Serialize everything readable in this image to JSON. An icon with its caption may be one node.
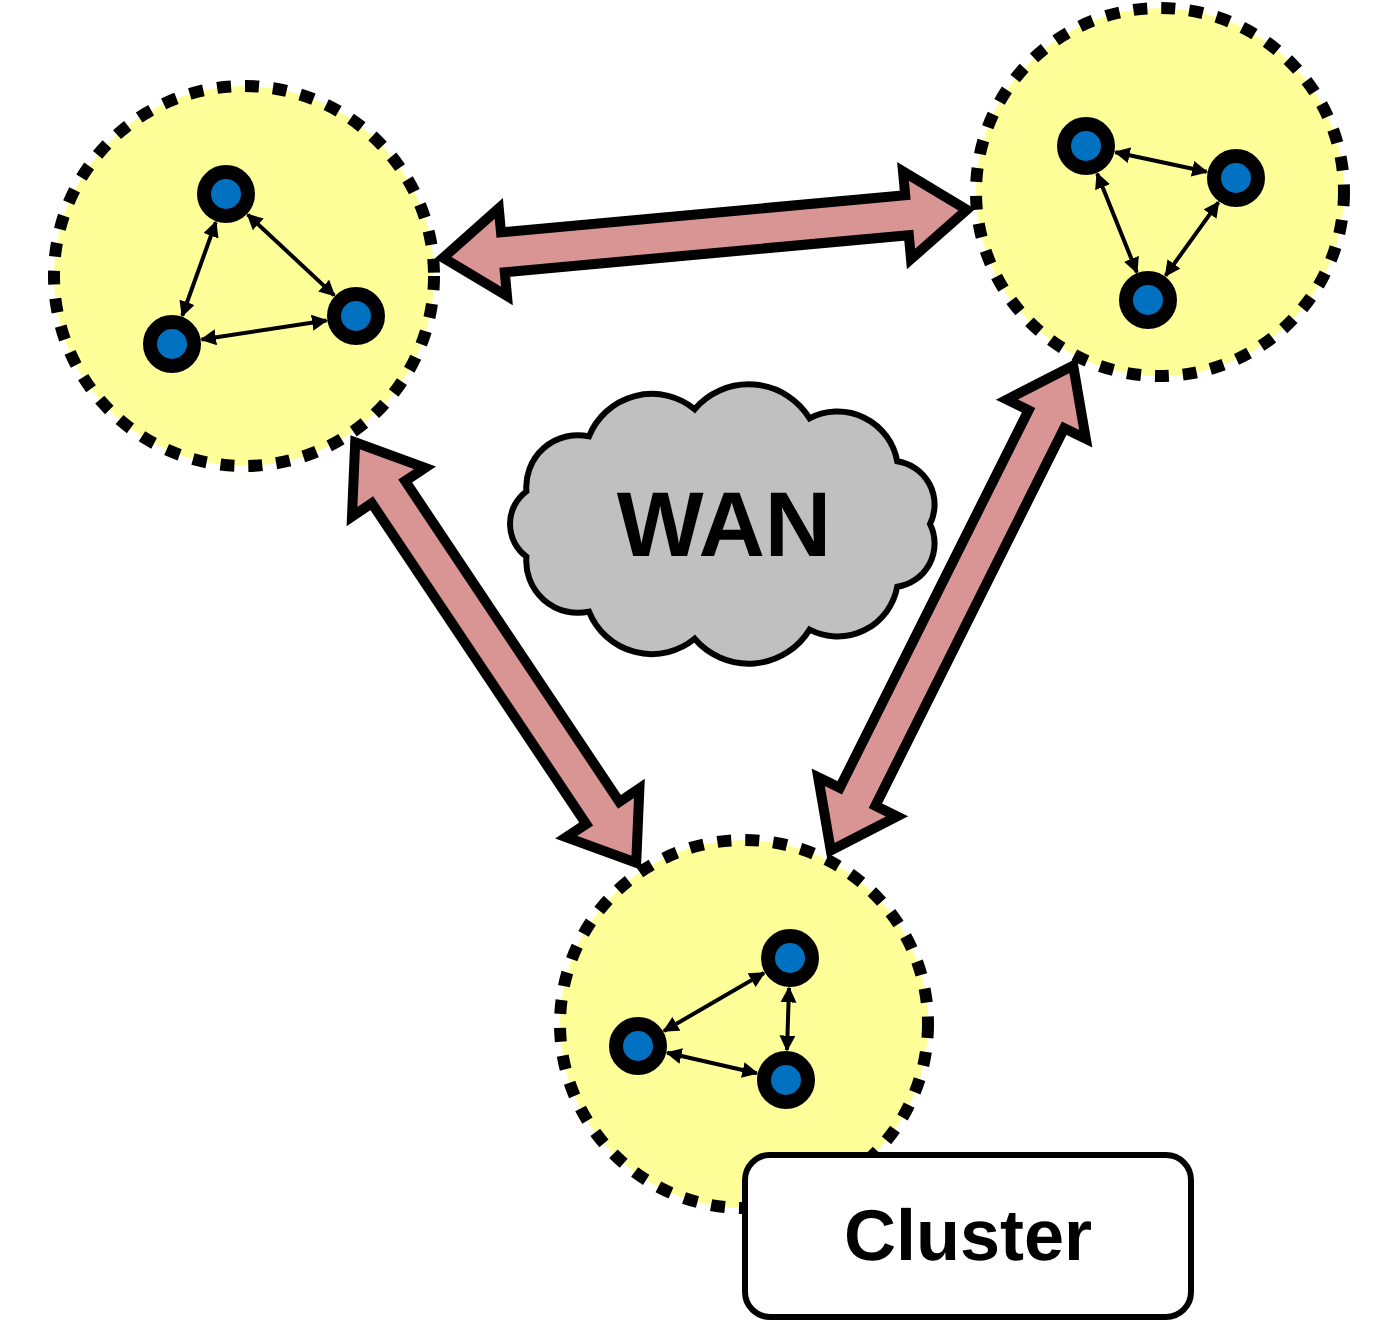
{
  "diagram": {
    "nodes": [
      {
        "text": [],
        "shape": "circle"
      },
      {
        "text": [],
        "shape": "circle",
        "in": 0
      },
      {
        "text": [],
        "shape": "circle",
        "in": 0
      },
      {
        "text": [],
        "shape": "circle",
        "in": 0
      },
      {
        "text": [],
        "shape": "circle"
      },
      {
        "text": [],
        "shape": "circle",
        "in": 4
      },
      {
        "text": [],
        "shape": "circle",
        "in": 4
      },
      {
        "text": [],
        "shape": "circle",
        "in": 4
      },
      {
        "text": [
          "WAN"
        ]
      },
      {
        "text": [],
        "shape": "circle"
      },
      {
        "text": [],
        "shape": "circle",
        "in": 9
      },
      {
        "text": [],
        "shape": "circle",
        "in": 9
      },
      {
        "text": [],
        "shape": "circle",
        "in": 9
      },
      {
        "text": [
          "Cluster"
        ]
      }
    ],
    "edges": [
      {
        "from": 1,
        "to": 2,
        "arrow": "both"
      },
      {
        "from": 1,
        "to": 3,
        "arrow": "both"
      },
      {
        "from": 2,
        "to": 3,
        "arrow": "both"
      },
      {
        "from": 5,
        "to": 6,
        "arrow": "both"
      },
      {
        "from": 5,
        "to": 7,
        "arrow": "both"
      },
      {
        "from": 6,
        "to": 7,
        "arrow": "both"
      },
      {
        "from": 10,
        "to": 11,
        "arrow": "both"
      },
      {
        "from": 11,
        "to": 12,
        "arrow": "both"
      },
      {
        "from": 12,
        "to": 10,
        "arrow": "both"
      },
      {
        "from": 0,
        "to": 4,
        "arrow": "both",
        "style": "thick",
        "color": "#d99594"
      },
      {
        "from": 0,
        "to": 9,
        "arrow": "both",
        "style": "thick",
        "color": "#d99594"
      },
      {
        "from": 4,
        "to": 9,
        "arrow": "both",
        "style": "thick",
        "color": "#d99594"
      }
    ]
  }
}
